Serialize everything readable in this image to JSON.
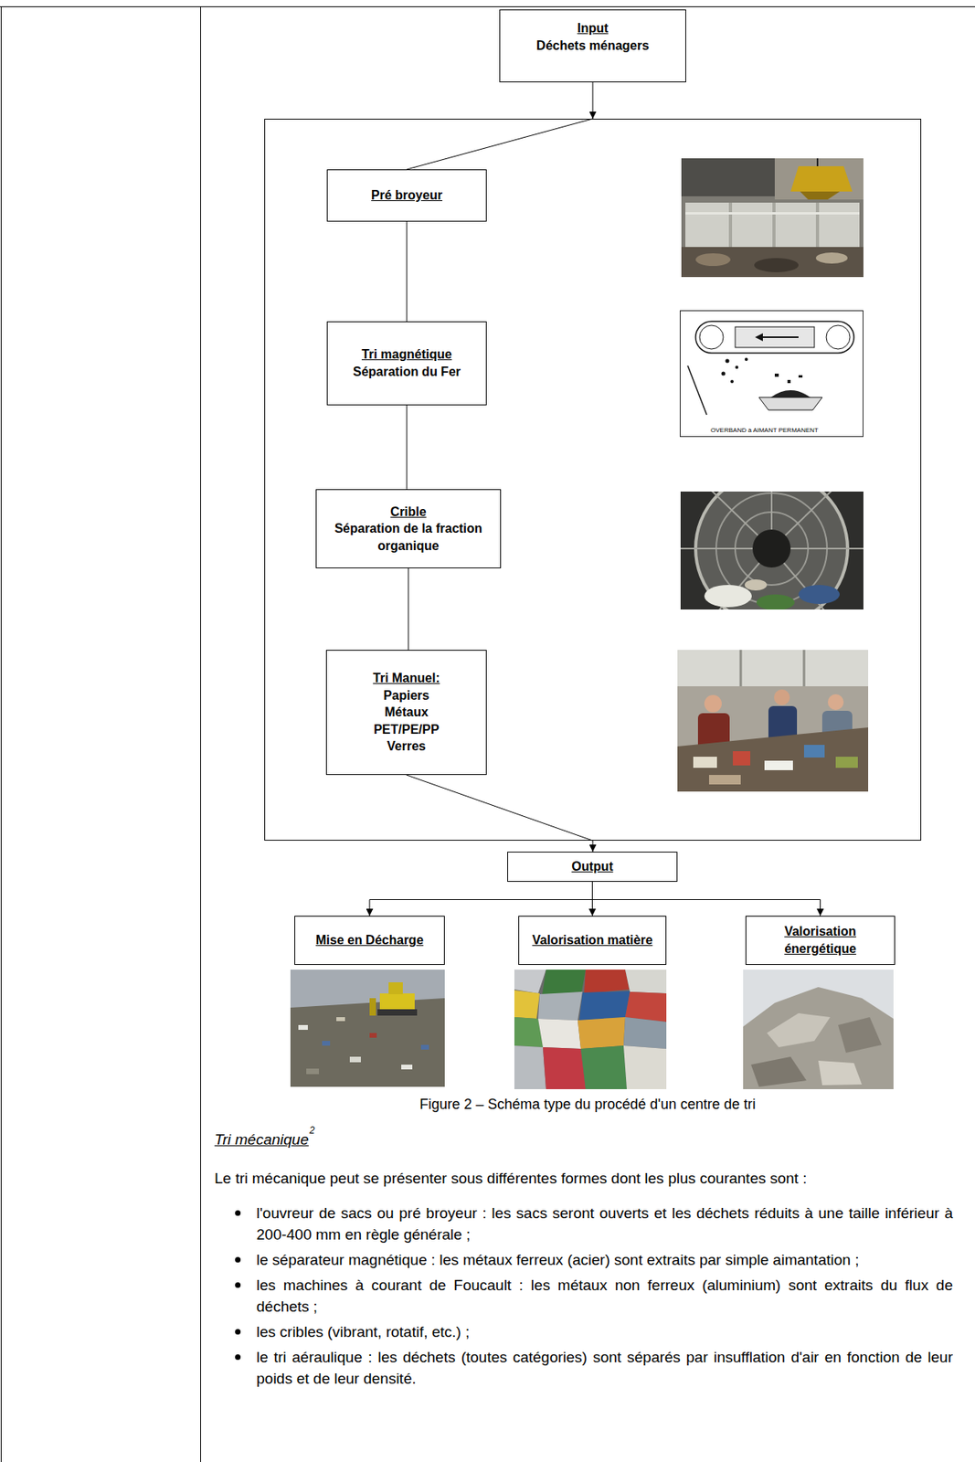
{
  "diagram": {
    "caption": "Figure 2 – Schéma type du procédé d'un centre de tri",
    "nodes": [
      {
        "text": [
          "Input",
          "Déchets ménagers"
        ]
      },
      {
        "text": []
      },
      {
        "text": [
          "Pré broyeur"
        ],
        "in": 1
      },
      {
        "text": [
          "Tri magnétique",
          "Séparation du Fer"
        ],
        "in": 1
      },
      {
        "text": [
          "Crible",
          "Séparation de la fraction organique"
        ],
        "in": 1
      },
      {
        "text": [
          "Tri Manuel:",
          "Papiers",
          "Métaux",
          "PET/PE/PP",
          "Verres"
        ],
        "in": 1
      },
      {
        "text": [
          "Output"
        ]
      },
      {
        "text": [
          "Mise en Décharge"
        ]
      },
      {
        "text": [
          "Valorisation matière"
        ]
      },
      {
        "text": [
          "Valorisation énergétique"
        ]
      }
    ],
    "edges": [
      {
        "from": 0,
        "to": 1,
        "arrow": "to"
      },
      {
        "from": 1,
        "to": 2,
        "arrow": "none"
      },
      {
        "from": 2,
        "to": 3,
        "arrow": "none"
      },
      {
        "from": 3,
        "to": 4,
        "arrow": "none"
      },
      {
        "from": 4,
        "to": 5,
        "arrow": "none"
      },
      {
        "from": 5,
        "to": 1,
        "arrow": "none"
      },
      {
        "from": 1,
        "to": 6,
        "arrow": "to"
      },
      {
        "from": 6,
        "to": 7,
        "arrow": "to"
      },
      {
        "from": 6,
        "to": 8,
        "arrow": "to"
      },
      {
        "from": 6,
        "to": 9,
        "arrow": "to"
      }
    ],
    "labels": [
      "OVERBAND à AIMANT PERMANENT",
      "Tri mécanique",
      "2",
      "Le tri mécanique peut se présenter sous différentes formes dont les plus courantes sont :",
      "l'ouvreur de sacs ou pré broyeur : les sacs seront ouverts et les déchets réduits à une taille inférieur à 200-400 mm en règle générale ;",
      "le séparateur magnétique : les métaux ferreux (acier) sont extraits par simple aimantation ;",
      "les machines à courant de Foucault : les métaux non ferreux (aluminium) sont extraits du flux de déchets ;",
      "les cribles (vibrant, rotatif, etc.) ;",
      "le tri aéraulique : les déchets (toutes catégories) sont séparés par insufflation d'air en fonction de leur poids et de leur densité."
    ]
  }
}
